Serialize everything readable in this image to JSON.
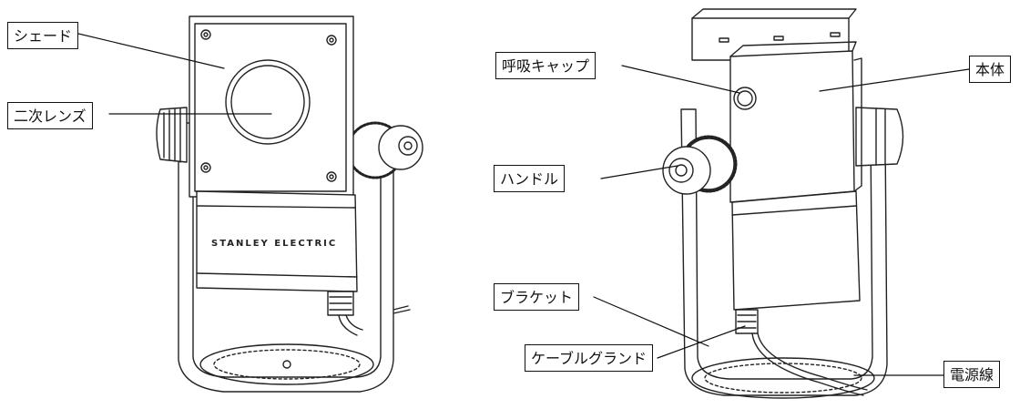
{
  "left_view": {
    "brand_text": "STANLEY ELECTRIC",
    "labels": {
      "shade": "シェード",
      "secondary_lens": "二次レンズ"
    }
  },
  "right_view": {
    "labels": {
      "breather_cap": "呼吸キャップ",
      "main_body": "本体",
      "handle": "ハンドル",
      "bracket": "ブラケット",
      "cable_gland": "ケーブルグランド",
      "power_cable": "電源線"
    }
  }
}
